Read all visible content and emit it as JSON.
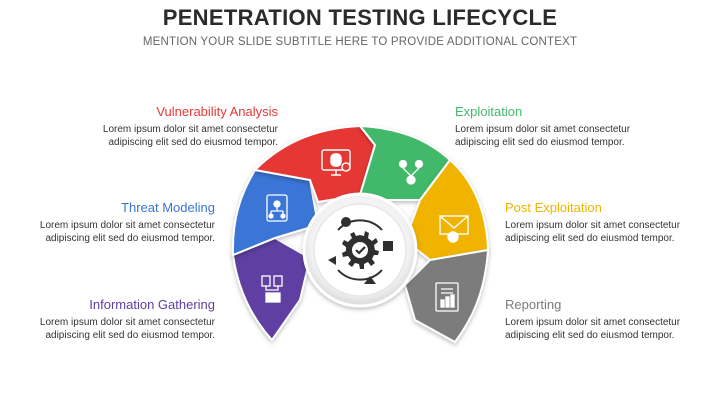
{
  "header": {
    "title": "PENETRATION TESTING LIFECYCLE",
    "subtitle": "MENTION YOUR SLIDE SUBTITLE HERE TO PROVIDE ADDITIONAL CONTEXT"
  },
  "colors": {
    "vulnerability": "#e53935",
    "exploitation": "#43b96b",
    "threat": "#3a75d6",
    "post": "#f0b400",
    "information": "#5e3fa2",
    "reporting": "#7b7b7b"
  },
  "steps": [
    {
      "id": "vulnerability",
      "title": "Vulnerability Analysis",
      "desc1": "Lorem ipsum dolor sit amet consectetur",
      "desc2": "adipiscing elit sed do eiusmod tempor.",
      "icon": "computer-bug-icon"
    },
    {
      "id": "exploitation",
      "title": "Exploitation",
      "desc1": "Lorem ipsum dolor sit amet consectetur",
      "desc2": "adipiscing elit sed do eiusmod tempor.",
      "icon": "network-people-icon"
    },
    {
      "id": "threat",
      "title": "Threat Modeling",
      "desc1": "Lorem ipsum dolor sit amet consectetur",
      "desc2": "adipiscing elit sed do eiusmod tempor.",
      "icon": "document-hierarchy-icon"
    },
    {
      "id": "post",
      "title": "Post Exploitation",
      "desc1": "Lorem ipsum dolor sit amet consectetur",
      "desc2": "adipiscing elit sed do eiusmod tempor.",
      "icon": "envelope-gear-icon"
    },
    {
      "id": "information",
      "title": "Information Gathering",
      "desc1": "Lorem ipsum dolor sit amet consectetur",
      "desc2": "adipiscing elit sed do eiusmod tempor.",
      "icon": "data-gathering-icon"
    },
    {
      "id": "reporting",
      "title": "Reporting",
      "desc1": "Lorem ipsum dolor sit amet consectetur",
      "desc2": "adipiscing elit sed do eiusmod tempor.",
      "icon": "report-chart-icon"
    }
  ],
  "center": {
    "icon": "gear-cycle-icon"
  }
}
